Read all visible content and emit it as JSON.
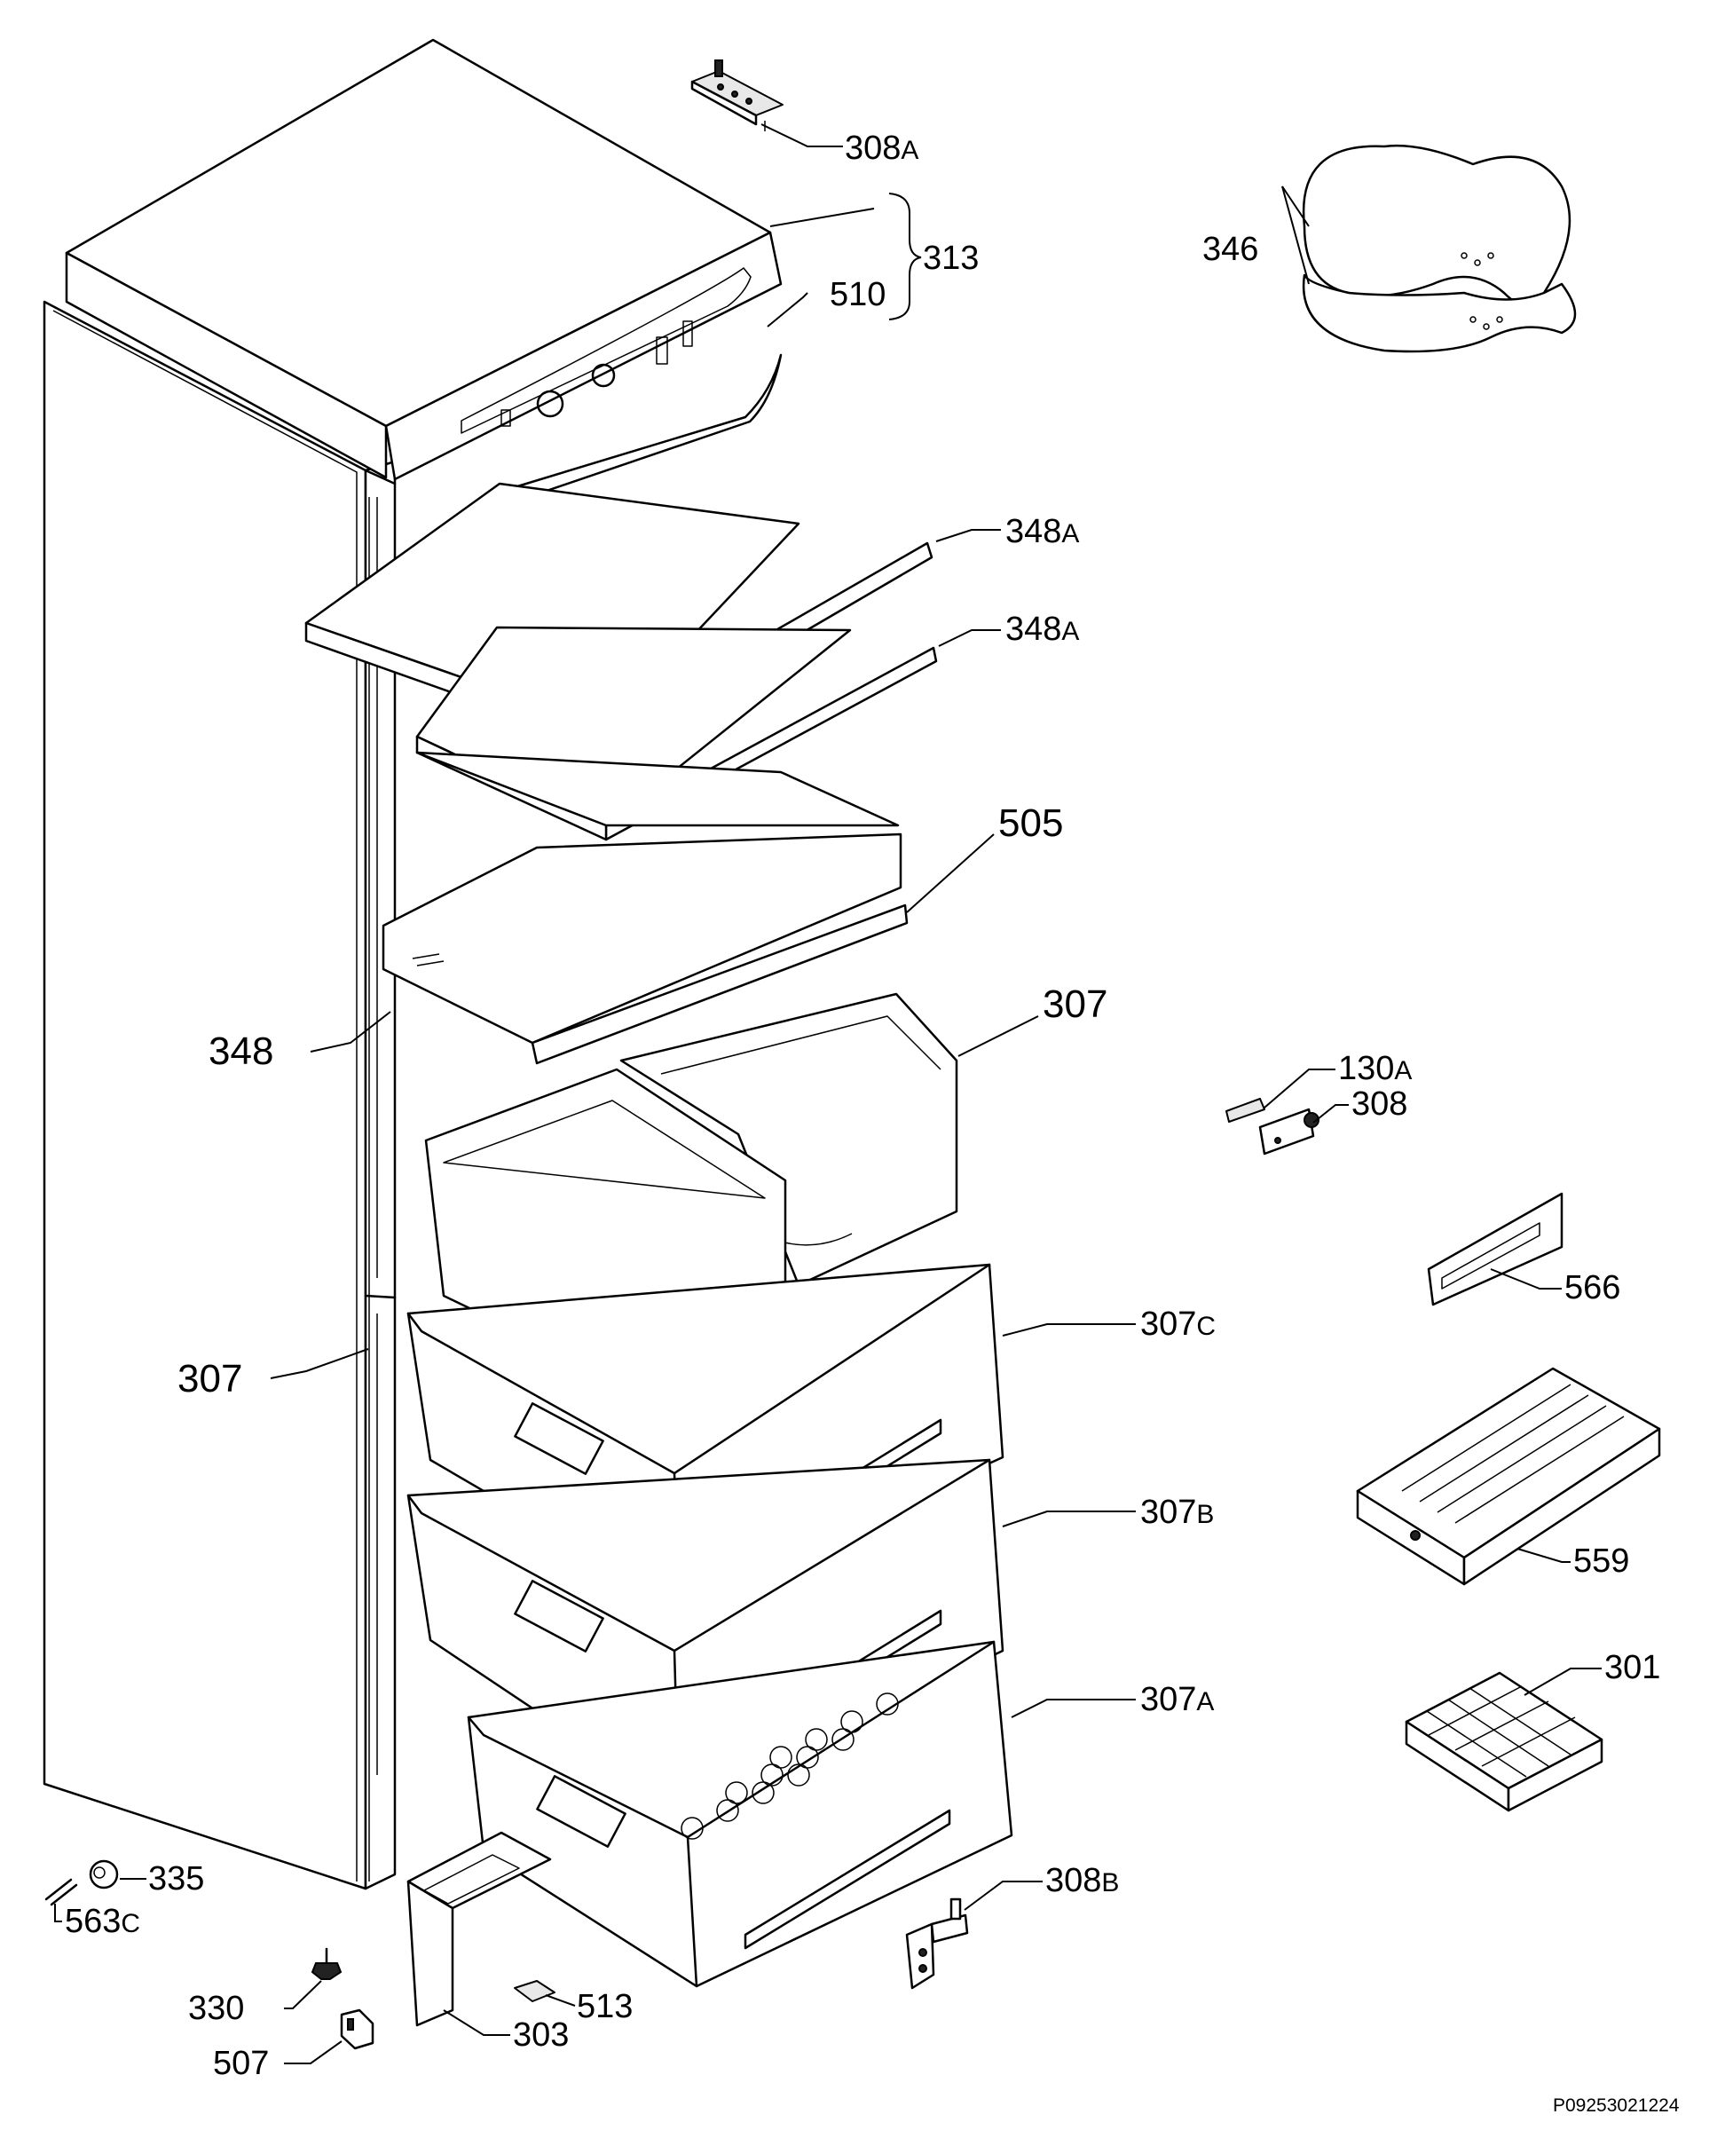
{
  "callouts": [
    {
      "id": "308a",
      "number": "308",
      "suffix": "A"
    },
    {
      "id": "313",
      "number": "313",
      "suffix": ""
    },
    {
      "id": "510",
      "number": "510",
      "suffix": ""
    },
    {
      "id": "346",
      "number": "346",
      "suffix": ""
    },
    {
      "id": "348a-1",
      "number": "348",
      "suffix": "A"
    },
    {
      "id": "348a-2",
      "number": "348",
      "suffix": "A"
    },
    {
      "id": "505",
      "number": "505",
      "suffix": ""
    },
    {
      "id": "348",
      "number": "348",
      "suffix": ""
    },
    {
      "id": "307-upper",
      "number": "307",
      "suffix": ""
    },
    {
      "id": "307-lower",
      "number": "307",
      "suffix": ""
    },
    {
      "id": "130a",
      "number": "130",
      "suffix": "A"
    },
    {
      "id": "308",
      "number": "308",
      "suffix": ""
    },
    {
      "id": "566",
      "number": "566",
      "suffix": ""
    },
    {
      "id": "307c",
      "number": "307",
      "suffix": "C"
    },
    {
      "id": "307b",
      "number": "307",
      "suffix": "B"
    },
    {
      "id": "559",
      "number": "559",
      "suffix": ""
    },
    {
      "id": "301",
      "number": "301",
      "suffix": ""
    },
    {
      "id": "307a",
      "number": "307",
      "suffix": "A"
    },
    {
      "id": "308b",
      "number": "308",
      "suffix": "B"
    },
    {
      "id": "335",
      "number": "335",
      "suffix": ""
    },
    {
      "id": "563c",
      "number": "563",
      "suffix": "C"
    },
    {
      "id": "330",
      "number": "330",
      "suffix": ""
    },
    {
      "id": "513",
      "number": "513",
      "suffix": ""
    },
    {
      "id": "507",
      "number": "507",
      "suffix": ""
    },
    {
      "id": "303",
      "number": "303",
      "suffix": ""
    }
  ],
  "catalog_code": "P09253021224"
}
